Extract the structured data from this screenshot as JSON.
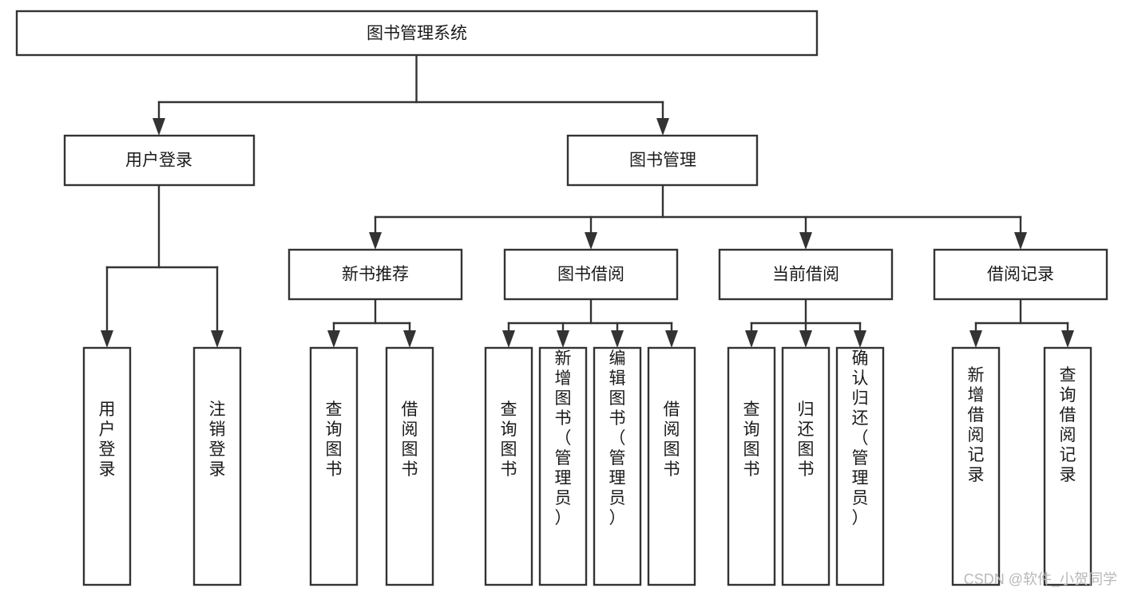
{
  "diagram": {
    "type": "hierarchy-tree",
    "title_node": {
      "label": "图书管理系统"
    },
    "level1": [
      {
        "id": "user-login",
        "label": "用户登录"
      },
      {
        "id": "book-manage",
        "label": "图书管理"
      }
    ],
    "level2": [
      {
        "id": "new-book-recommend",
        "label": "新书推荐",
        "parent": "book-manage"
      },
      {
        "id": "book-borrow",
        "label": "图书借阅",
        "parent": "book-manage"
      },
      {
        "id": "current-borrow",
        "label": "当前借阅",
        "parent": "book-manage"
      },
      {
        "id": "borrow-record",
        "label": "借阅记录",
        "parent": "book-manage"
      }
    ],
    "leaves": [
      {
        "id": "leaf-user-login",
        "label": "用户登录",
        "parent": "user-login"
      },
      {
        "id": "leaf-logout-login",
        "label": "注销登录",
        "parent": "user-login"
      },
      {
        "id": "leaf-query-book-1",
        "label": "查询图书",
        "parent": "new-book-recommend"
      },
      {
        "id": "leaf-borrow-book-1",
        "label": "借阅图书",
        "parent": "new-book-recommend"
      },
      {
        "id": "leaf-query-book-2",
        "label": "查询图书",
        "parent": "book-borrow"
      },
      {
        "id": "leaf-add-book",
        "label": "新增图书（管理员）",
        "parent": "book-borrow"
      },
      {
        "id": "leaf-edit-book",
        "label": "编辑图书（管理员）",
        "parent": "book-borrow"
      },
      {
        "id": "leaf-borrow-book-2",
        "label": "借阅图书",
        "parent": "book-borrow"
      },
      {
        "id": "leaf-query-book-3",
        "label": "查询图书",
        "parent": "current-borrow"
      },
      {
        "id": "leaf-return-book",
        "label": "归还图书",
        "parent": "current-borrow"
      },
      {
        "id": "leaf-confirm-return",
        "label": "确认归还（管理员）",
        "parent": "current-borrow"
      },
      {
        "id": "leaf-add-record",
        "label": "新增借阅记录",
        "parent": "borrow-record"
      },
      {
        "id": "leaf-query-record",
        "label": "查询借阅记录",
        "parent": "borrow-record"
      }
    ]
  },
  "watermark": {
    "text": "CSDN @软件_小贺同学"
  },
  "colors": {
    "stroke": "#333333",
    "box_fill": "#ffffff",
    "text": "#1a1a1a",
    "watermark": "#b8b8b8",
    "background": "#ffffff"
  }
}
